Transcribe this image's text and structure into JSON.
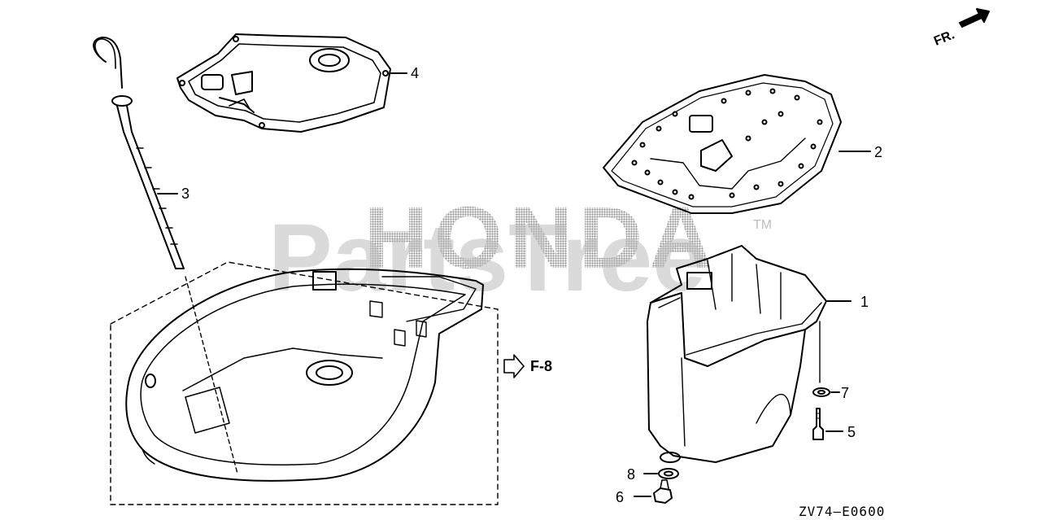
{
  "watermark": {
    "brand_top": "HONDA",
    "brand_main": "PartsTree",
    "trademark": "TM"
  },
  "orientation": {
    "label": "FR."
  },
  "reference_link": {
    "label": "F-8"
  },
  "diagram_code": "ZV74–E0600",
  "callouts": [
    "1",
    "2",
    "3",
    "4",
    "5",
    "6",
    "7",
    "8"
  ],
  "colors": {
    "line": "#000000",
    "watermark": "#bdbdbd"
  }
}
